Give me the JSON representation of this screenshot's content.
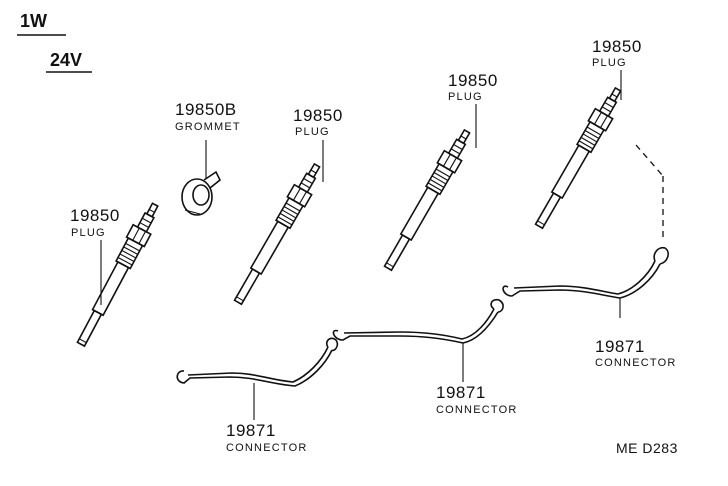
{
  "header": {
    "model": "1W",
    "voltage": "24V"
  },
  "plugs": [
    {
      "part_no": "19850",
      "label": "PLUG"
    },
    {
      "part_no": "19850",
      "label": "PLUG"
    },
    {
      "part_no": "19850",
      "label": "PLUG"
    },
    {
      "part_no": "19850",
      "label": "PLUG"
    }
  ],
  "grommet": {
    "part_no": "19850B",
    "label": "GROMMET"
  },
  "connectors": [
    {
      "part_no": "19871",
      "label": "CONNECTOR"
    },
    {
      "part_no": "19871",
      "label": "CONNECTOR"
    },
    {
      "part_no": "19871",
      "label": "CONNECTOR"
    }
  ],
  "figure_ref": "ME D283"
}
